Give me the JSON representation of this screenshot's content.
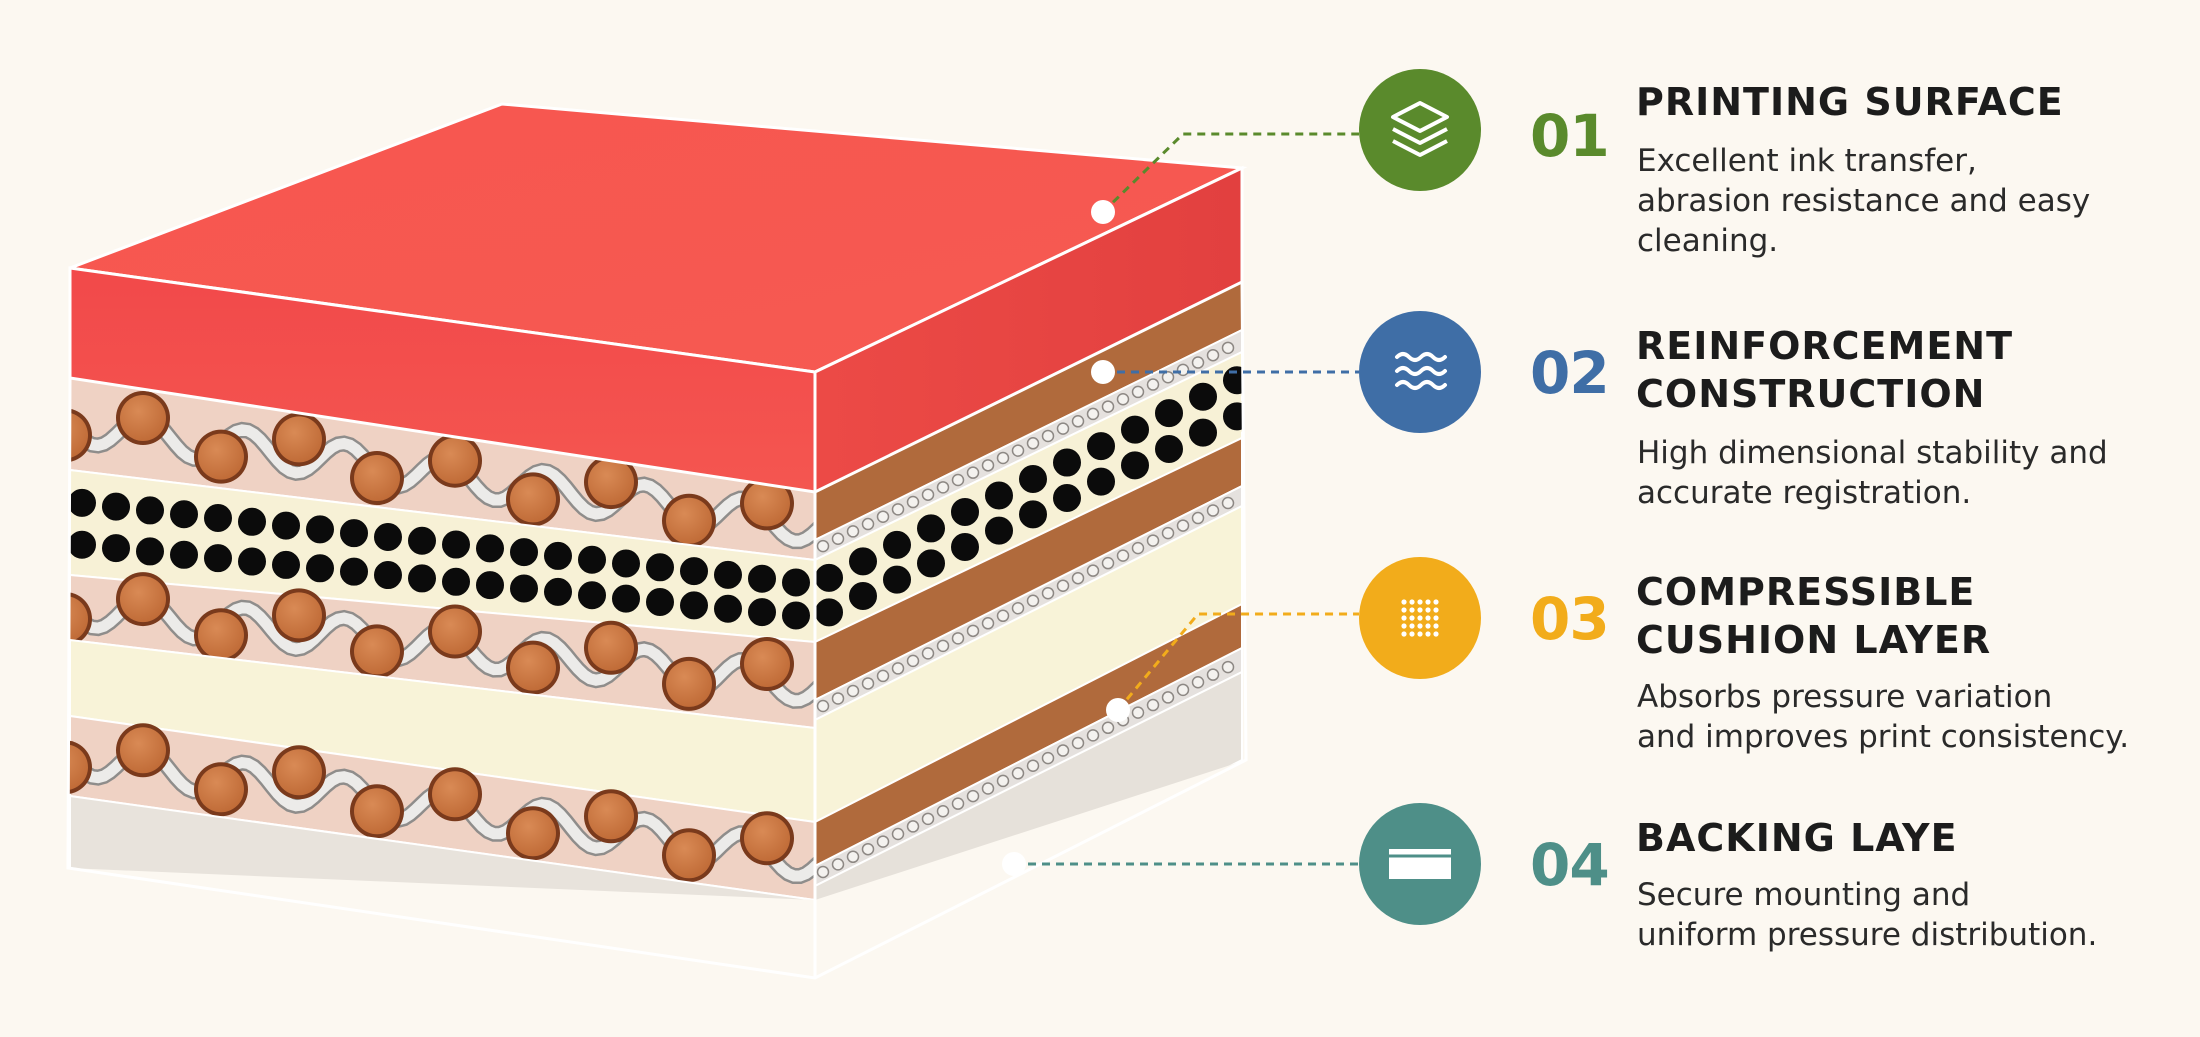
{
  "colors": {
    "background": "#fcf8f1",
    "printing_surface": "#f4534c",
    "reinforcement": "#b06a3c",
    "cushion": "#f8f3d8",
    "backing": "#e8e3dc",
    "accent_01": "#5a8a2c",
    "accent_02": "#3f6ea6",
    "accent_03": "#f2ac1b",
    "accent_04": "#4e8f88"
  },
  "layers": [
    {
      "number": "01",
      "title": "PRINTING SURFACE",
      "description": "Excellent ink transfer,\nabrasion resistance and easy\ncleaning.",
      "icon": "layers-icon",
      "color": "#5a8a2c"
    },
    {
      "number": "02",
      "title": "REINFORCEMENT\nCONSTRUCTION",
      "description": "High dimensional stability and\naccurate registration.",
      "icon": "waves-icon",
      "color": "#3f6ea6"
    },
    {
      "number": "03",
      "title": "COMPRESSIBLE\nCUSHION LAYER",
      "description": "Absorbs pressure variation\nand improves print consistency.",
      "icon": "dot-grid-icon",
      "color": "#f2ac1b"
    },
    {
      "number": "04",
      "title": "BACKING LAYE",
      "description": "Secure mounting and\nuniform pressure distribution.",
      "icon": "plate-icon",
      "color": "#4e8f88"
    }
  ]
}
